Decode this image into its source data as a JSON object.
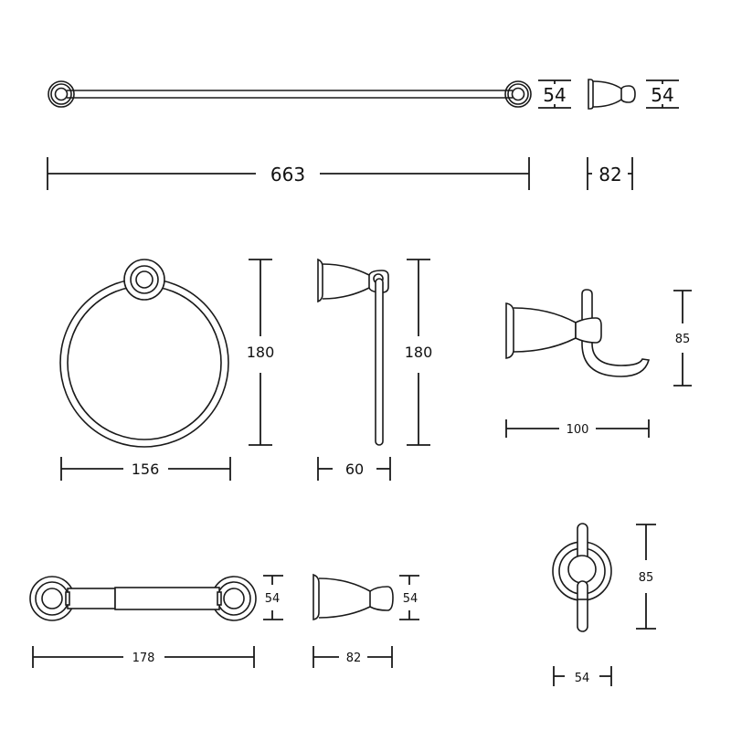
{
  "drawing": {
    "type": "bathroom accessory set dimension drawing",
    "line_color": "#1a1a1a",
    "background": "#ffffff",
    "units_implied": "mm"
  },
  "items": [
    {
      "id": "towel-bar",
      "dimensions": {
        "length": "663",
        "post_diameter": "54",
        "post_side_height": "54",
        "projection": "82"
      }
    },
    {
      "id": "towel-ring",
      "dimensions": {
        "height": "180",
        "width": "156"
      }
    },
    {
      "id": "hand-towel-bar",
      "dimensions": {
        "height": "180",
        "depth": "60"
      }
    },
    {
      "id": "robe-hook-side",
      "dimensions": {
        "height": "85",
        "depth": "100"
      }
    },
    {
      "id": "toilet-paper-holder",
      "dimensions": {
        "length": "178",
        "height": "54",
        "side_height": "54",
        "depth": "82"
      }
    },
    {
      "id": "robe-hook-front",
      "dimensions": {
        "height": "85",
        "width": "54"
      }
    }
  ],
  "labels": {
    "towel_bar_length": "663",
    "towel_bar_post_dia": "54",
    "towel_bar_side_h": "54",
    "towel_bar_projection": "82",
    "ring_height": "180",
    "ring_width": "156",
    "hand_bar_height": "180",
    "hand_bar_depth": "60",
    "hook_side_height": "85",
    "hook_side_depth": "100",
    "tp_length": "178",
    "tp_height": "54",
    "tp_side_height": "54",
    "tp_depth": "82",
    "hook_front_height": "85",
    "hook_front_width": "54"
  }
}
